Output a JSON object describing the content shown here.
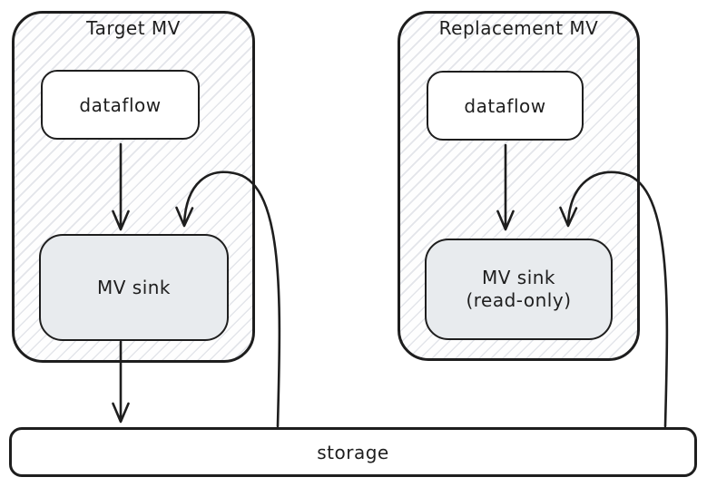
{
  "diagram": {
    "groups": [
      {
        "title": "Target MV",
        "dataflow_label": "dataflow",
        "sink_label": "MV sink",
        "sink_sublabel": ""
      },
      {
        "title": "Replacement MV",
        "dataflow_label": "dataflow",
        "sink_label": "MV sink",
        "sink_sublabel": "(read-only)"
      }
    ],
    "storage": {
      "label": "storage"
    },
    "colors": {
      "stroke": "#1e1e1e",
      "sink_fill": "#e8ebee",
      "hatch_line": "#e3e5ea",
      "background": "#ffffff"
    }
  }
}
